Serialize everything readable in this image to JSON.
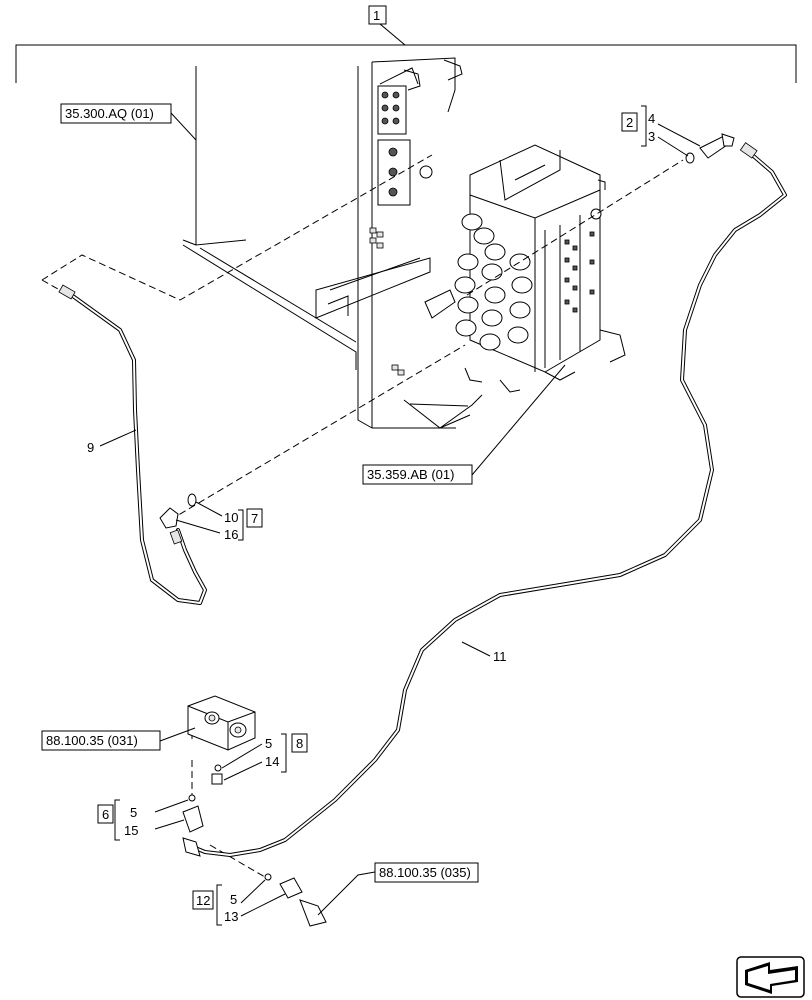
{
  "diagram": {
    "assembly_number": "1",
    "references": {
      "frame": "35.300.AQ (01)",
      "control_valve": "35.359.AB (01)",
      "solenoid_valve": "88.100.35 (031)",
      "sensor": "88.100.35 (035)"
    },
    "callouts": {
      "hose_9": "9",
      "hose_11": "11",
      "kit_2": "2",
      "kit_2_item_a": "4",
      "kit_2_item_b": "3",
      "kit_7": "7",
      "kit_7_item_a": "10",
      "kit_7_item_b": "16",
      "kit_8": "8",
      "kit_8_item_a": "5",
      "kit_8_item_b": "14",
      "kit_6": "6",
      "kit_6_item_a": "5",
      "kit_6_item_b": "15",
      "kit_12": "12",
      "kit_12_item_a": "5",
      "kit_12_item_b": "13"
    },
    "nav_icon": "arrow-left-icon"
  }
}
